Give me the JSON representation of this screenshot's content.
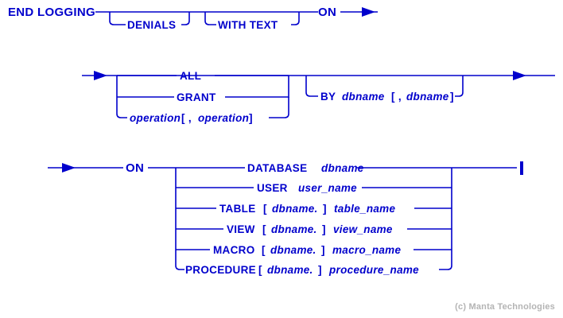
{
  "page": {
    "title": "END LOGGING syntax diagram",
    "background": "#ffffff",
    "line_color": "#0000cc",
    "text_color": "#0000cc",
    "credit_color": "#b4b4b4",
    "credit": "(c) Manta Technologies"
  },
  "diagram": {
    "type": "railroad-syntax-diagram",
    "rows": [
      {
        "id": "row-1",
        "main_tokens": [
          "END LOGGING",
          "ON"
        ],
        "start_label": "END LOGGING",
        "optional_branches": [
          "DENIALS",
          "WITH TEXT"
        ],
        "end_arrow": true
      },
      {
        "id": "row-2",
        "alternatives": [
          "ALL",
          "GRANT",
          "operation [ , operation ]"
        ],
        "optional_branches": [
          "BY dbname [ , dbname ]"
        ],
        "start_arrow": true,
        "end_arrow": true
      },
      {
        "id": "row-3",
        "keyword": "ON",
        "alternatives": [
          "DATABASE dbname",
          "USER user_name",
          "TABLE [ dbname. ] table_name",
          "VIEW [ dbname. ] view_name",
          "MACRO [ dbname. ] macro_name",
          "PROCEDURE [ dbname. ] procedure_name"
        ],
        "start_arrow": true,
        "terminator": "end-bar"
      }
    ]
  },
  "labels": {
    "end_logging": "END LOGGING",
    "denials": "DENIALS",
    "with_text": "WITH TEXT",
    "on_1": "ON",
    "all": "ALL",
    "grant": "GRANT",
    "operation": "operation",
    "operation_opt": "[ ,",
    "operation_2": "operation",
    "operation_close": "]",
    "by": "BY",
    "by_dbname": "dbname",
    "by_opt_open": "[ ,",
    "by_dbname_2": "dbname",
    "by_opt_close": "]",
    "on_2": "ON",
    "database_kw": "DATABASE",
    "database_var": "dbname",
    "user_kw": "USER",
    "user_var": "user_name",
    "table_kw": "TABLE",
    "table_opt_open": "[",
    "table_opt_var": "dbname.",
    "table_opt_close": "]",
    "table_var": "table_name",
    "view_kw": "VIEW",
    "view_opt_open": "[",
    "view_opt_var": "dbname.",
    "view_opt_close": "]",
    "view_var": "view_name",
    "macro_kw": "MACRO",
    "macro_opt_open": "[",
    "macro_opt_var": "dbname.",
    "macro_opt_close": "]",
    "macro_var": "macro_name",
    "procedure_kw": "PROCEDURE",
    "procedure_opt_open": "[",
    "procedure_opt_var": "dbname.",
    "procedure_opt_close": "]",
    "procedure_var": "procedure_name"
  }
}
